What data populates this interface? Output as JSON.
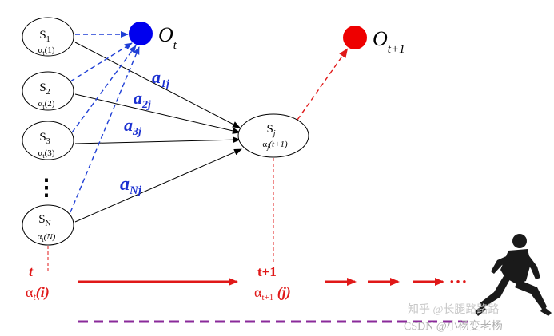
{
  "states": [
    {
      "id": "s1",
      "name_base": "S",
      "name_sub": "1",
      "value_base": "α",
      "value_sub": "t",
      "value_arg": "(1)"
    },
    {
      "id": "s2",
      "name_base": "S",
      "name_sub": "2",
      "value_base": "α",
      "value_sub": "t",
      "value_arg": "(2)"
    },
    {
      "id": "s3",
      "name_base": "S",
      "name_sub": "3",
      "value_base": "α",
      "value_sub": "t",
      "value_arg": "(3)"
    },
    {
      "id": "sN",
      "name_base": "S",
      "name_sub": "N",
      "value_base": "α",
      "value_sub": "t",
      "value_arg": "(N)"
    }
  ],
  "vertical_ellipsis": "⋮",
  "target_state": {
    "name_base": "S",
    "name_sub": "j",
    "value_base": "α",
    "value_sub": "j",
    "value_arg": "(t+1)"
  },
  "transition_labels": [
    {
      "base": "a",
      "sub": "1j"
    },
    {
      "base": "a",
      "sub": "2j"
    },
    {
      "base": "a",
      "sub": "3j"
    },
    {
      "base": "a",
      "sub": "Nj"
    }
  ],
  "observations": {
    "o_t": {
      "base": "O",
      "sub": "t",
      "color": "#0000ee"
    },
    "o_t1": {
      "base": "O",
      "sub": "t+1",
      "color": "#ee0000"
    }
  },
  "timeline": {
    "t_label": "t",
    "alpha_t": {
      "base": "α",
      "sub": "t",
      "arg": "(i)"
    },
    "t1_label": "t+1",
    "alpha_t1": {
      "base": "α",
      "sub": "t+1",
      "arg": " (j)"
    },
    "dots": "• • •"
  },
  "watermarks": {
    "zhihu": "知乎 @长腿路路路",
    "csdn": "CSDN @小杨变老杨"
  },
  "colors": {
    "edge_black": "#000000",
    "edge_blue": "#1f3fd6",
    "edge_red": "#e01818",
    "label_blue": "#1a2fd0",
    "timeline_red": "#e01818",
    "purple": "#8a2a9a",
    "runner": "#1a1a1a"
  }
}
